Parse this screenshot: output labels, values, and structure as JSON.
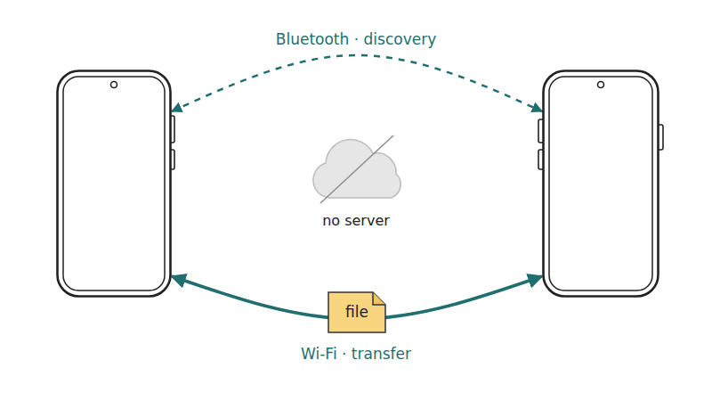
{
  "diagram": {
    "nodes": [
      {
        "text": []
      },
      {
        "text": []
      },
      {
        "text": [
          "no server"
        ]
      },
      {
        "text": [
          "file"
        ]
      }
    ],
    "edges": [
      {
        "from": 0,
        "to": 1,
        "arrow": "both",
        "label": "Bluetooth · discovery"
      },
      {
        "from": 0,
        "to": 1,
        "arrow": "both",
        "label": "Wi-Fi · transfer"
      }
    ]
  }
}
